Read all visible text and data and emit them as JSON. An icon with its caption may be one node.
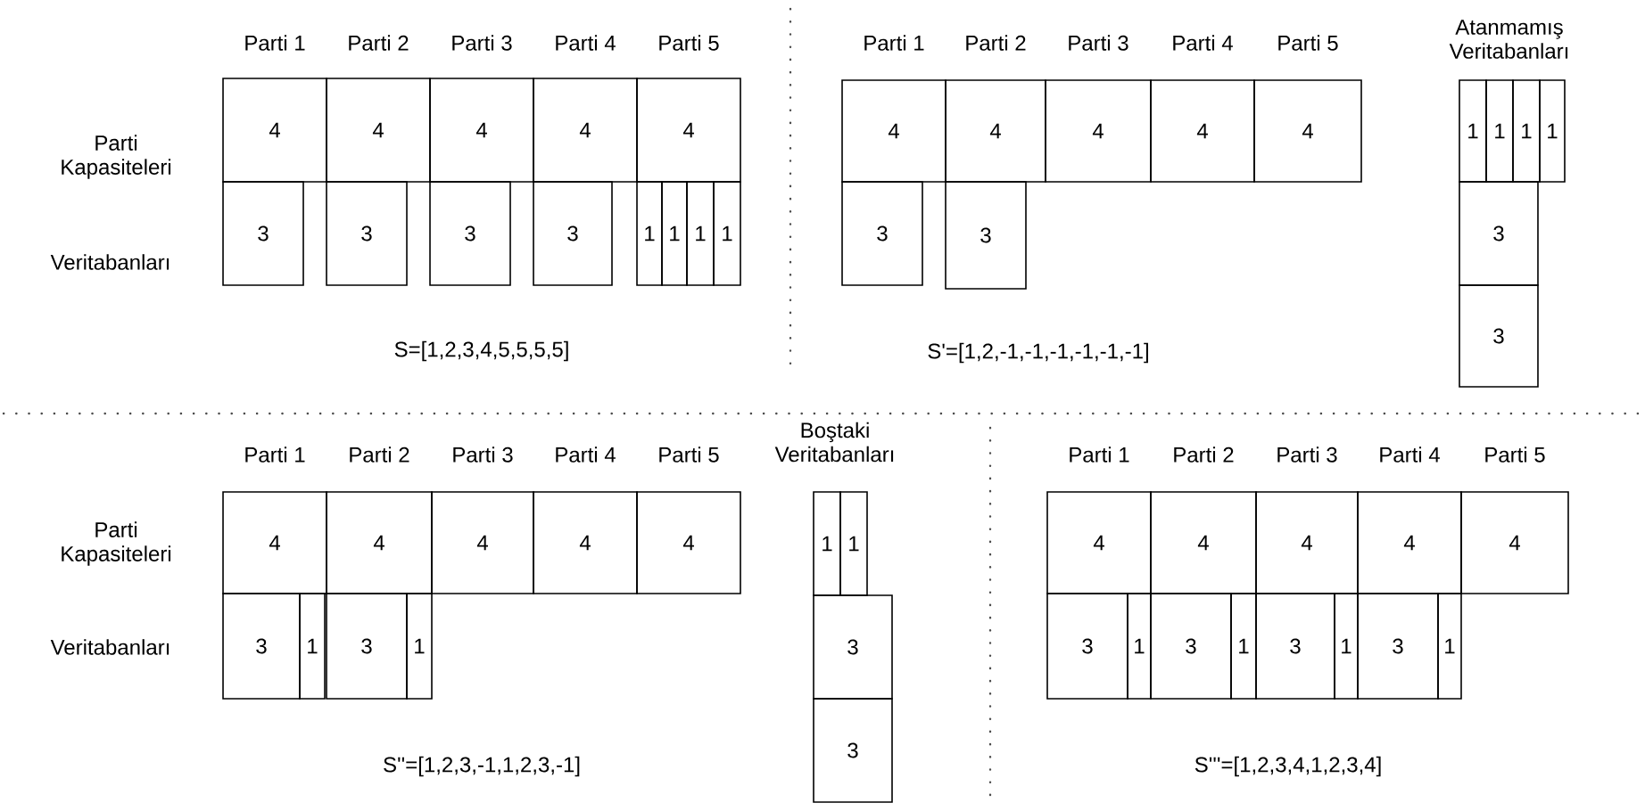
{
  "diagram": {
    "nodes": [
      {
        "text": [
          "4"
        ]
      },
      {
        "text": [
          "4"
        ]
      },
      {
        "text": [
          "4"
        ]
      },
      {
        "text": [
          "4"
        ]
      },
      {
        "text": [
          "4"
        ]
      },
      {
        "text": [
          "3"
        ]
      },
      {
        "text": [
          "3"
        ]
      },
      {
        "text": [
          "3"
        ]
      },
      {
        "text": [
          "3"
        ]
      },
      {
        "text": [
          "1"
        ]
      },
      {
        "text": [
          "1"
        ]
      },
      {
        "text": [
          "1"
        ]
      },
      {
        "text": [
          "1"
        ]
      },
      {
        "text": [
          "4"
        ]
      },
      {
        "text": [
          "4"
        ]
      },
      {
        "text": [
          "4"
        ]
      },
      {
        "text": [
          "4"
        ]
      },
      {
        "text": [
          "4"
        ]
      },
      {
        "text": [
          "3"
        ]
      },
      {
        "text": [
          "3"
        ]
      },
      {
        "text": [
          "1"
        ]
      },
      {
        "text": [
          "1"
        ]
      },
      {
        "text": [
          "1"
        ]
      },
      {
        "text": [
          "1"
        ]
      },
      {
        "text": [
          "3"
        ]
      },
      {
        "text": [
          "3"
        ]
      },
      {
        "text": [
          "4"
        ]
      },
      {
        "text": [
          "4"
        ]
      },
      {
        "text": [
          "4"
        ]
      },
      {
        "text": [
          "4"
        ]
      },
      {
        "text": [
          "4"
        ]
      },
      {
        "text": [
          "3"
        ]
      },
      {
        "text": [
          "1"
        ]
      },
      {
        "text": [
          "3"
        ]
      },
      {
        "text": [
          "1"
        ]
      },
      {
        "text": [
          "1"
        ]
      },
      {
        "text": [
          "1"
        ]
      },
      {
        "text": [
          "3"
        ]
      },
      {
        "text": [
          "3"
        ]
      },
      {
        "text": [
          "4"
        ]
      },
      {
        "text": [
          "4"
        ]
      },
      {
        "text": [
          "4"
        ]
      },
      {
        "text": [
          "4"
        ]
      },
      {
        "text": [
          "4"
        ]
      },
      {
        "text": [
          "3"
        ]
      },
      {
        "text": [
          "1"
        ]
      },
      {
        "text": [
          "3"
        ]
      },
      {
        "text": [
          "1"
        ]
      },
      {
        "text": [
          "3"
        ]
      },
      {
        "text": [
          "1"
        ]
      },
      {
        "text": [
          "3"
        ]
      },
      {
        "text": [
          "1"
        ]
      }
    ],
    "labels": [
      "Parti 1",
      "Parti 2",
      "Parti 3",
      "Parti 4",
      "Parti 5",
      "Parti Kapasiteleri",
      "Veritabanları",
      "S=[1,2,3,4,5,5,5,5]",
      "Parti 1",
      "Parti 2",
      "Parti 3",
      "Parti 4",
      "Parti 5",
      "Atanmamış Veritabanları",
      "S'=[1,2,-1,-1,-1,-1,-1,-1]",
      "Parti 1",
      "Parti 2",
      "Parti 3",
      "Parti 4",
      "Parti 5",
      "Parti Kapasiteleri",
      "Veritabanları",
      "Boştaki Veritabanları",
      "S''=[1,2,3,-1,1,2,3,-1]",
      "Parti 1",
      "Parti 2",
      "Parti 3",
      "Parti 4",
      "Parti 5",
      "S'''=[1,2,3,4,1,2,3,4]"
    ]
  }
}
